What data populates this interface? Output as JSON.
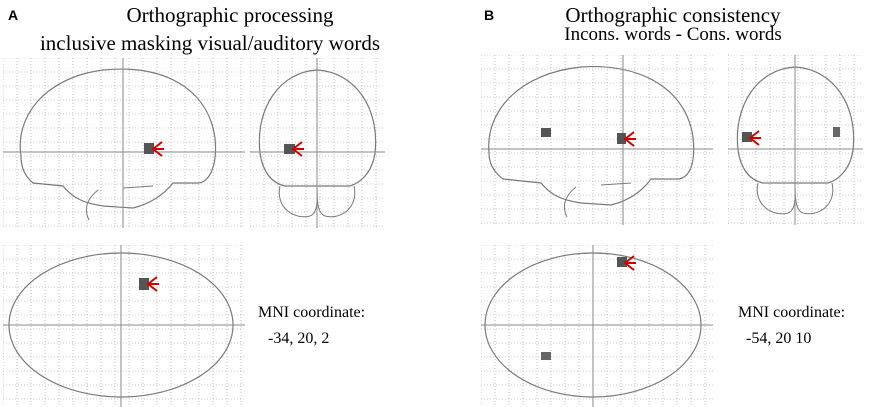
{
  "panels": [
    {
      "letter": "A",
      "title_line1": "Orthographic processing",
      "title_line2": "inclusive masking visual/auditory words",
      "coordinate_label": "MNI coordinate:",
      "coordinate_value": "-34, 20, 2"
    },
    {
      "letter": "B",
      "title_line1": "Orthographic consistency",
      "title_line2": "Incons. words - Cons. words",
      "coordinate_label": "MNI coordinate:",
      "coordinate_value": "-54, 20 10"
    }
  ],
  "colors": {
    "grid": "#9a9a9a",
    "outline": "#7a7a7a",
    "activation": "#555555",
    "pointer": "#d40000"
  }
}
